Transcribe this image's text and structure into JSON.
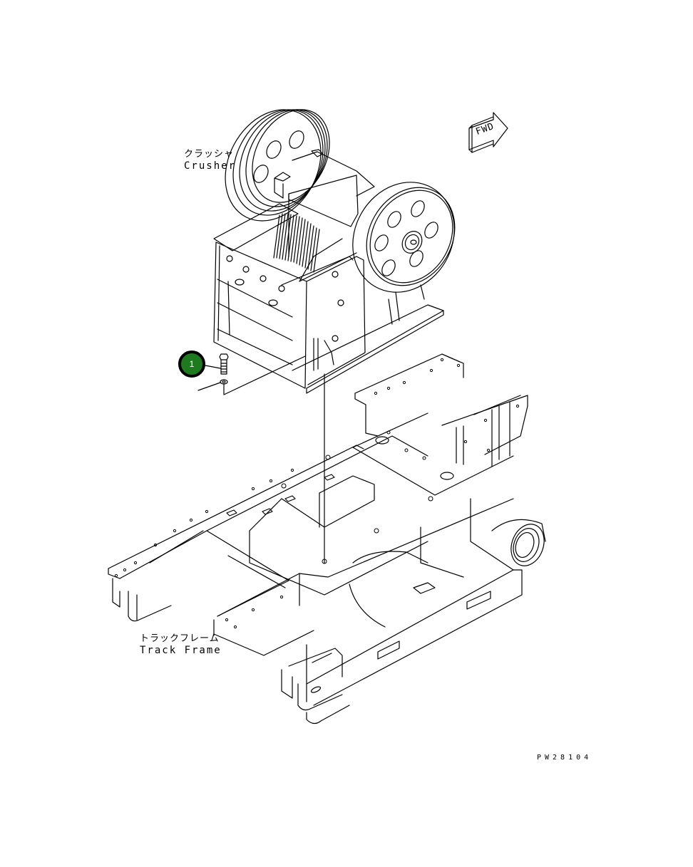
{
  "diagram": {
    "type": "exploded-parts-view",
    "components": [
      {
        "id": "crusher",
        "label_jp": "クラッシャ",
        "label_en": "Crusher"
      },
      {
        "id": "track-frame",
        "label_jp": "トラックフレーム",
        "label_en": "Track Frame"
      }
    ],
    "callouts": [
      {
        "number": "1",
        "color": "#1e7a1e",
        "points_to": "bolt-and-washer"
      }
    ],
    "direction_indicator": {
      "text": "FWD"
    },
    "drawing_number": "PW28104"
  }
}
